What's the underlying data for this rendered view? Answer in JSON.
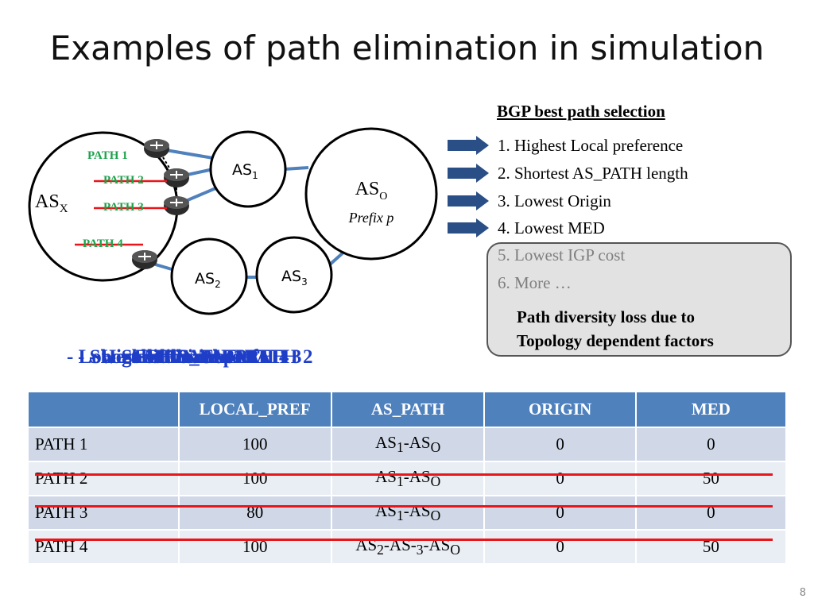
{
  "title": "Examples of path elimination in simulation",
  "diagram": {
    "asx": {
      "main": "AS",
      "sub": "X"
    },
    "as1": {
      "main": "AS",
      "sub": "1"
    },
    "as2": {
      "main": "AS",
      "sub": "2"
    },
    "as3": {
      "main": "AS",
      "sub": "3"
    },
    "aso": {
      "main": "AS",
      "sub": "O",
      "caption": "Prefix p"
    },
    "paths": [
      "PATH 1",
      "PATH 2",
      "PATH 3",
      "PATH 4"
    ],
    "overlap_text": [
      "- Lowest MED",
      "- Shortest AS_PATH",
      "- Highest Local pref",
      "- Select PATH 1",
      "- Eliminate PATH 4",
      "- Eliminate PATH 3",
      "- Eliminate PATH 2"
    ]
  },
  "bgp": {
    "heading": "BGP best path selection",
    "steps": [
      "1. Highest Local preference",
      "2. Shortest AS_PATH length",
      "3. Lowest Origin",
      "4. Lowest MED"
    ],
    "grey_steps": [
      "5. Lowest IGP cost",
      "6. More …"
    ],
    "note": [
      "Path diversity loss due to",
      "Topology dependent factors"
    ]
  },
  "table": {
    "headers": [
      "",
      "LOCAL_PREF",
      "AS_PATH",
      "ORIGIN",
      "MED"
    ],
    "rows": [
      {
        "name": "PATH 1",
        "local_pref": "100",
        "as_path": [
          [
            "AS",
            "1"
          ],
          [
            "-AS",
            "O"
          ]
        ],
        "origin": "0",
        "med": "0",
        "eliminated": false
      },
      {
        "name": "PATH 2",
        "local_pref": "100",
        "as_path": [
          [
            "AS",
            "1"
          ],
          [
            "-AS",
            "O"
          ]
        ],
        "origin": "0",
        "med": "50",
        "eliminated": true
      },
      {
        "name": "PATH 3",
        "local_pref": "80",
        "as_path": [
          [
            "AS",
            "1"
          ],
          [
            "-AS",
            "O"
          ]
        ],
        "origin": "0",
        "med": "0",
        "eliminated": true
      },
      {
        "name": "PATH 4",
        "local_pref": "100",
        "as_path": [
          [
            "AS",
            "2"
          ],
          [
            "-AS-",
            "3"
          ],
          [
            "-AS",
            "O"
          ]
        ],
        "origin": "0",
        "med": "50",
        "eliminated": true
      }
    ]
  },
  "colors": {
    "header_bg": "#4f81bd",
    "path_label": "#1aa34a",
    "strike": "#e8161a",
    "link": "#4f81bd",
    "overlap_text": "#1f3ec7"
  },
  "page_number": "8"
}
